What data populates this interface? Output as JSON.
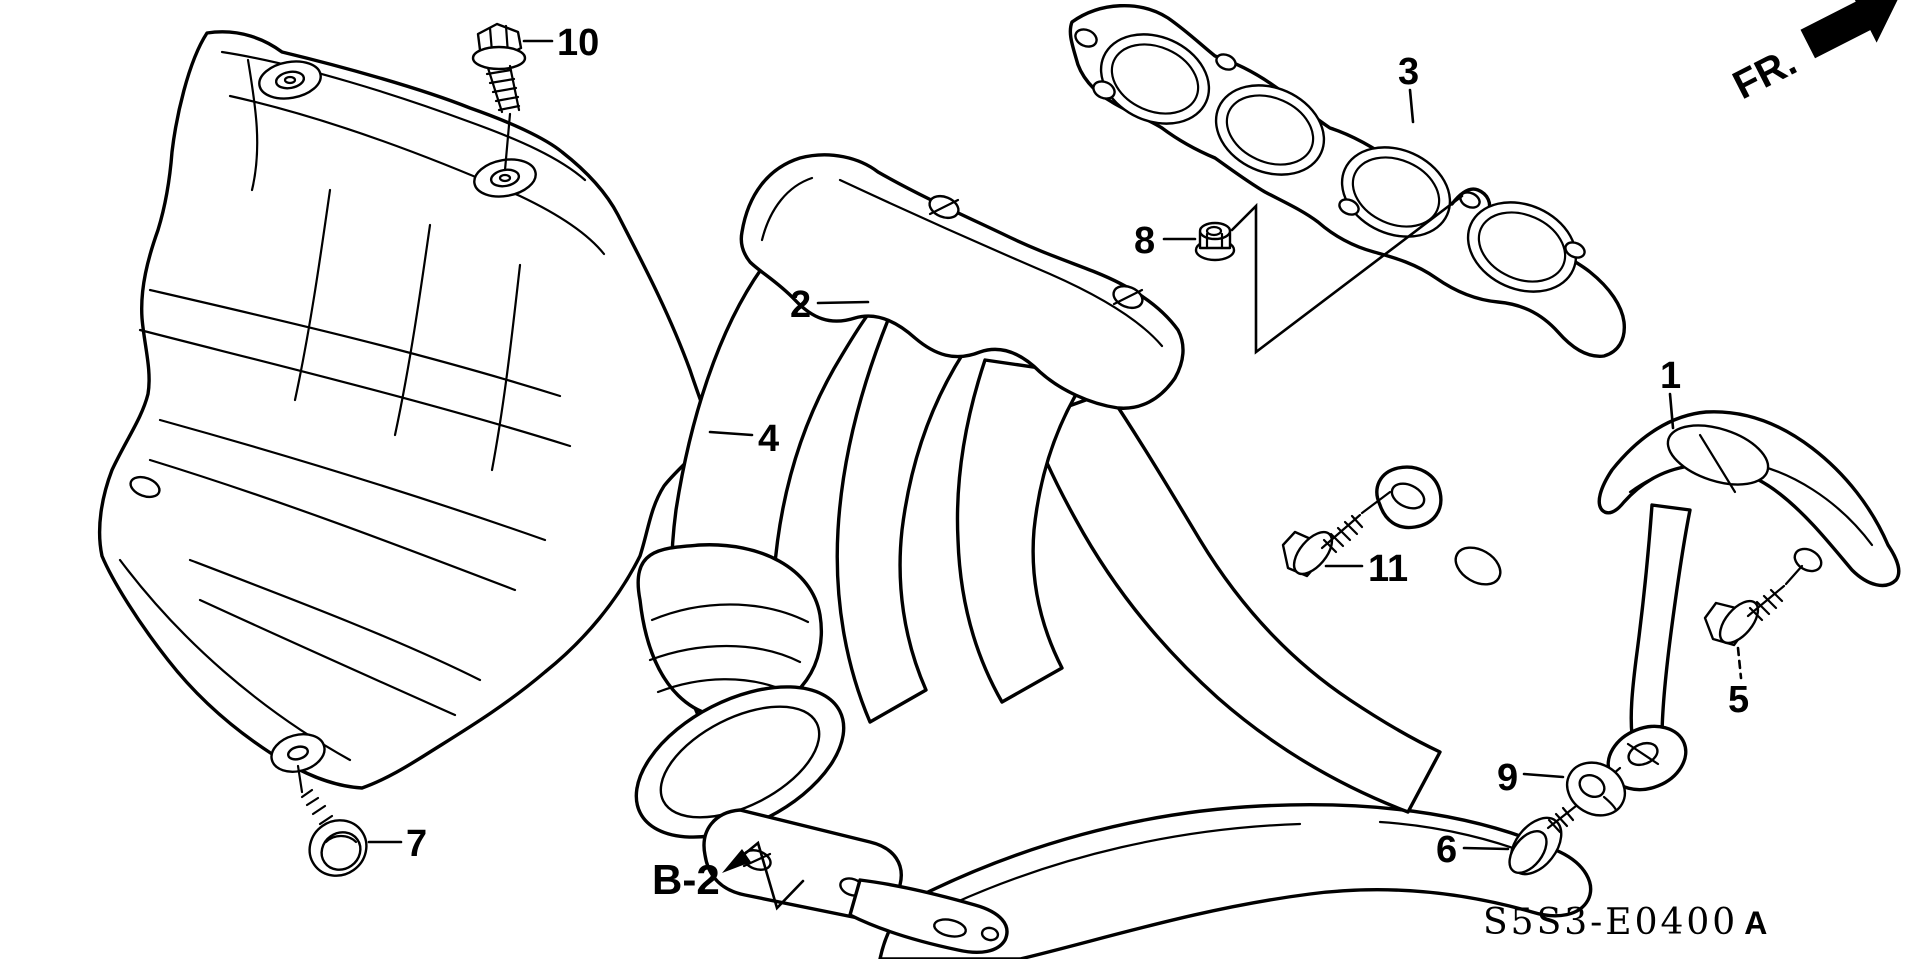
{
  "diagram": {
    "code": "S5S3-E0400",
    "code_suffix": "A",
    "direction_label": "FR.",
    "reference_label": "B-2"
  },
  "callouts": {
    "c1": "1",
    "c2": "2",
    "c3": "3",
    "c4": "4",
    "c5": "5",
    "c6": "6",
    "c7": "7",
    "c8": "8",
    "c9": "9",
    "c10": "10",
    "c11": "11"
  }
}
